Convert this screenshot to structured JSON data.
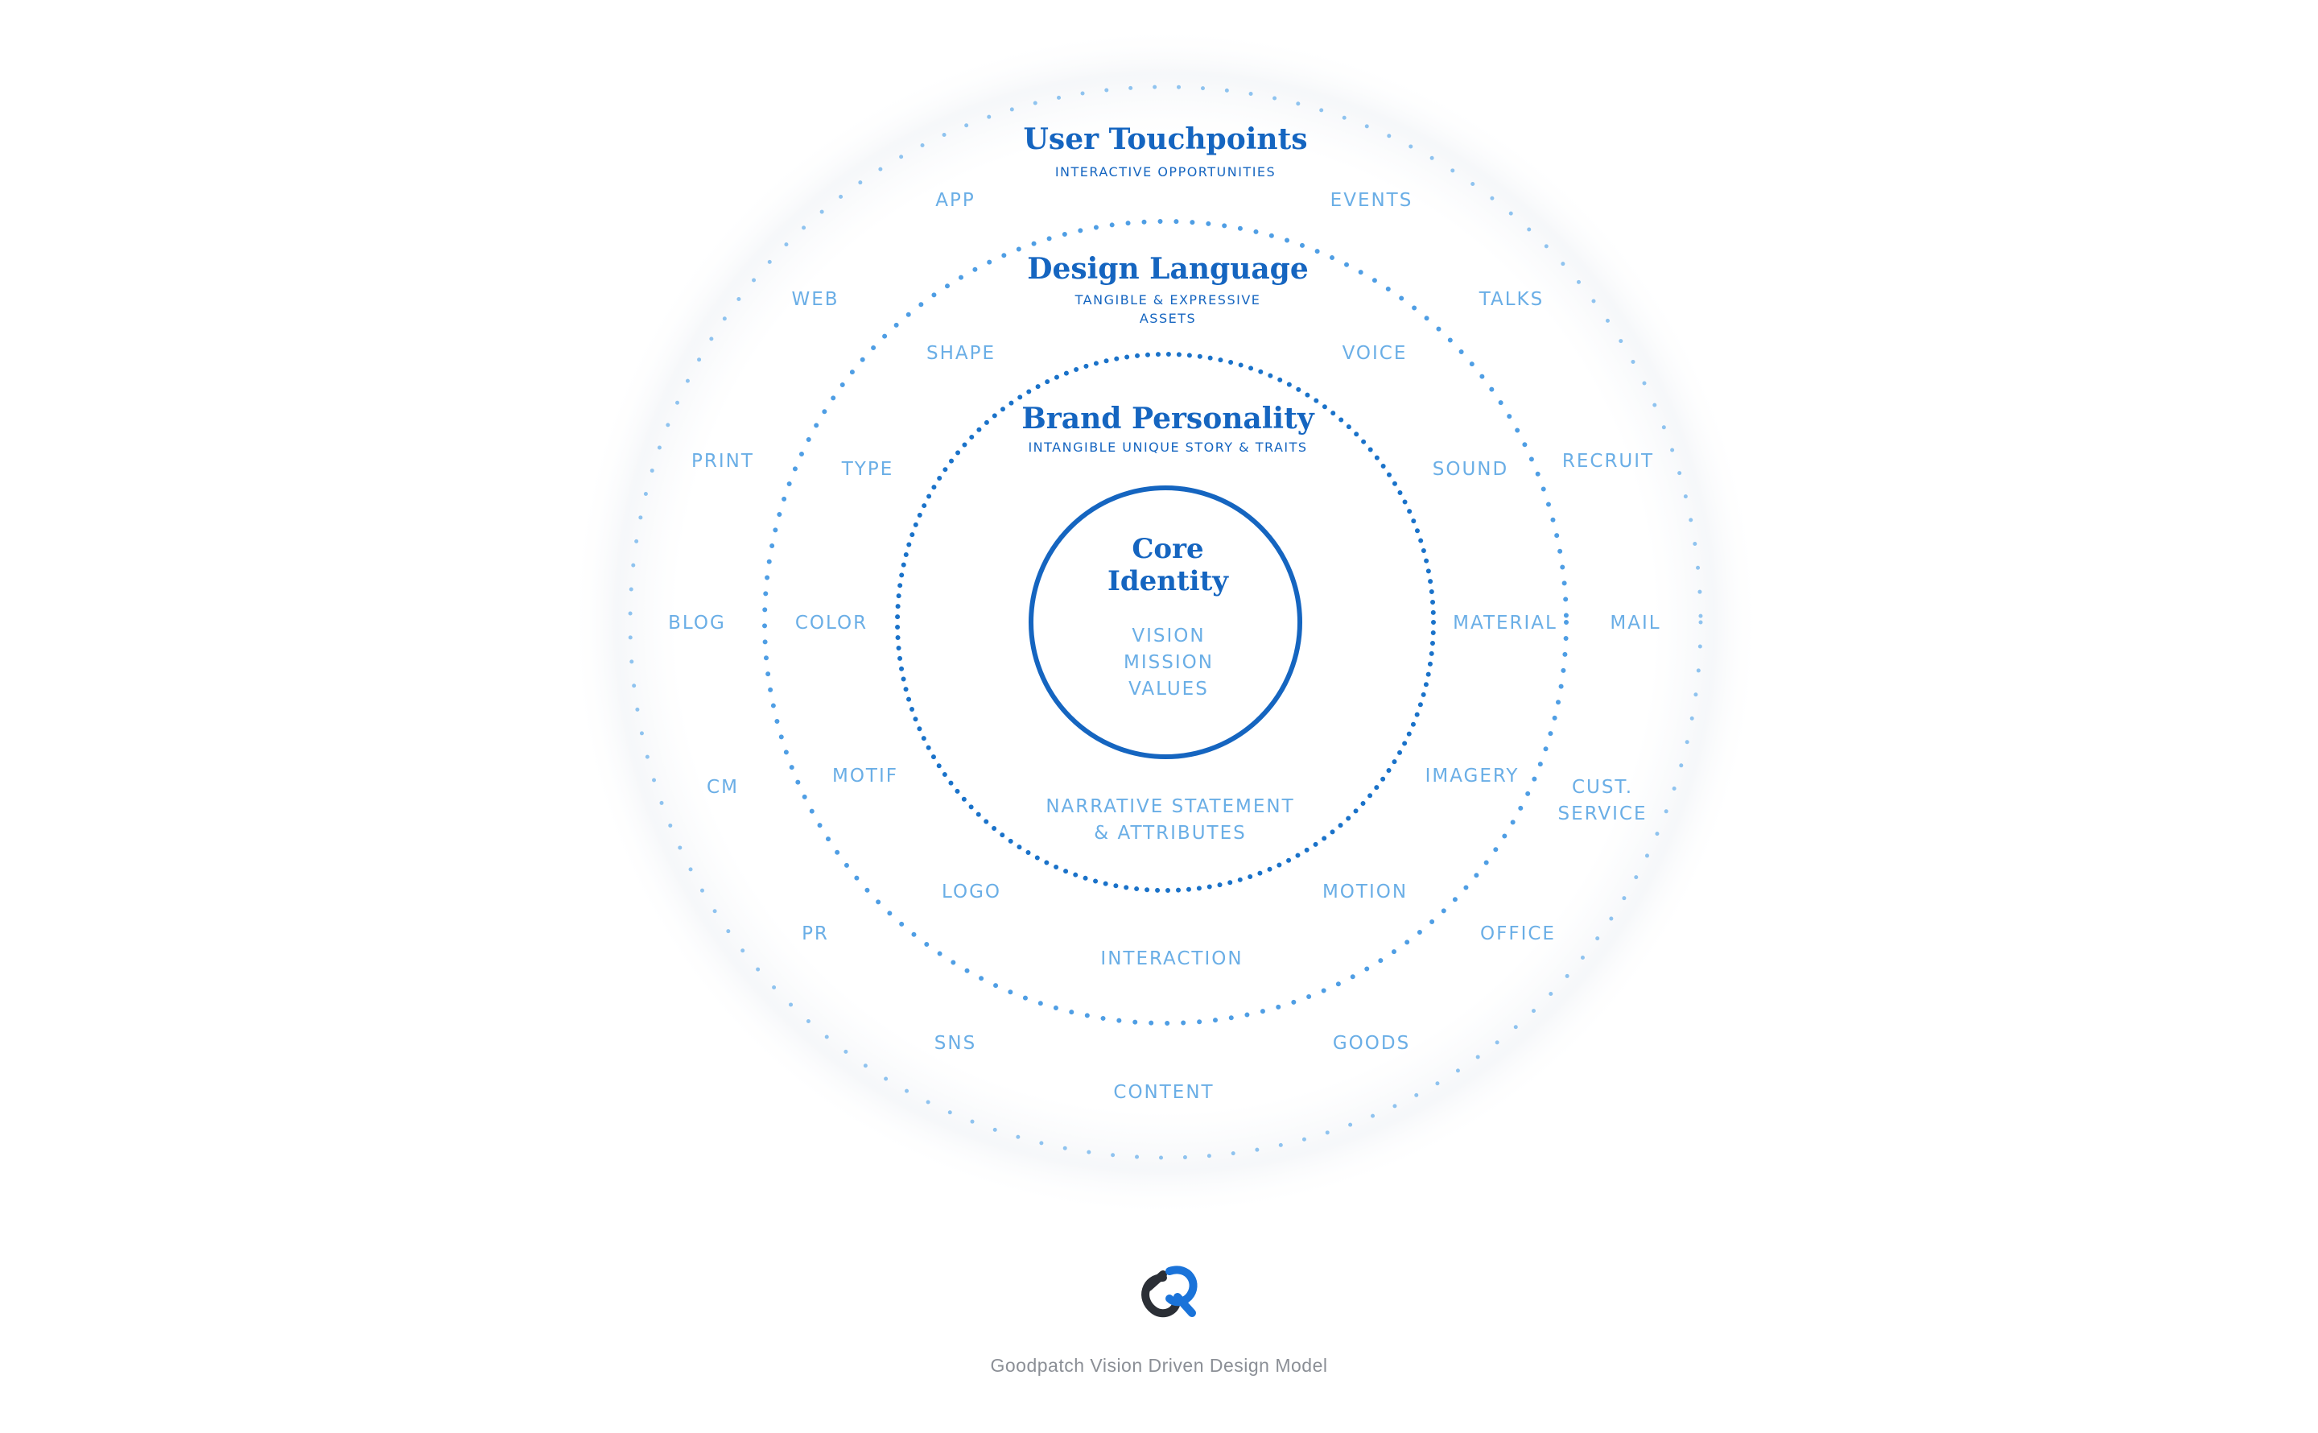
{
  "colors": {
    "accent": "#1565c0",
    "label": "#6aaee6",
    "subtitle": "#1565c0",
    "caption": "#8b8f96",
    "logo_dark": "#2b2f36",
    "logo_blue": "#1a73d9"
  },
  "rings": {
    "touchpoints": {
      "title": "User Touchpoints",
      "subtitle": "INTERACTIVE OPPORTUNITIES",
      "items": [
        "APP",
        "EVENTS",
        "WEB",
        "TALKS",
        "PRINT",
        "RECRUIT",
        "BLOG",
        "MAIL",
        "CM",
        "CUST.",
        "SERVICE",
        "PR",
        "OFFICE",
        "SNS",
        "GOODS",
        "CONTENT"
      ]
    },
    "design_language": {
      "title": "Design Language",
      "subtitle_line1": "TANGIBLE & EXPRESSIVE",
      "subtitle_line2": "ASSETS",
      "items": [
        "SHAPE",
        "VOICE",
        "TYPE",
        "SOUND",
        "COLOR",
        "MATERIAL",
        "MOTIF",
        "IMAGERY",
        "LOGO",
        "MOTION",
        "INTERACTION"
      ]
    },
    "brand_personality": {
      "title": "Brand Personality",
      "subtitle": "INTANGIBLE UNIQUE STORY & TRAITS",
      "statement_line1": "NARRATIVE STATEMENT",
      "statement_line2": "& ATTRIBUTES"
    },
    "core": {
      "title_line1": "Core",
      "title_line2": "Identity",
      "items": [
        "VISION",
        "MISSION",
        "VALUES"
      ]
    }
  },
  "logo_icon": "goodpatch-logo-icon",
  "caption": "Goodpatch Vision Driven Design Model"
}
